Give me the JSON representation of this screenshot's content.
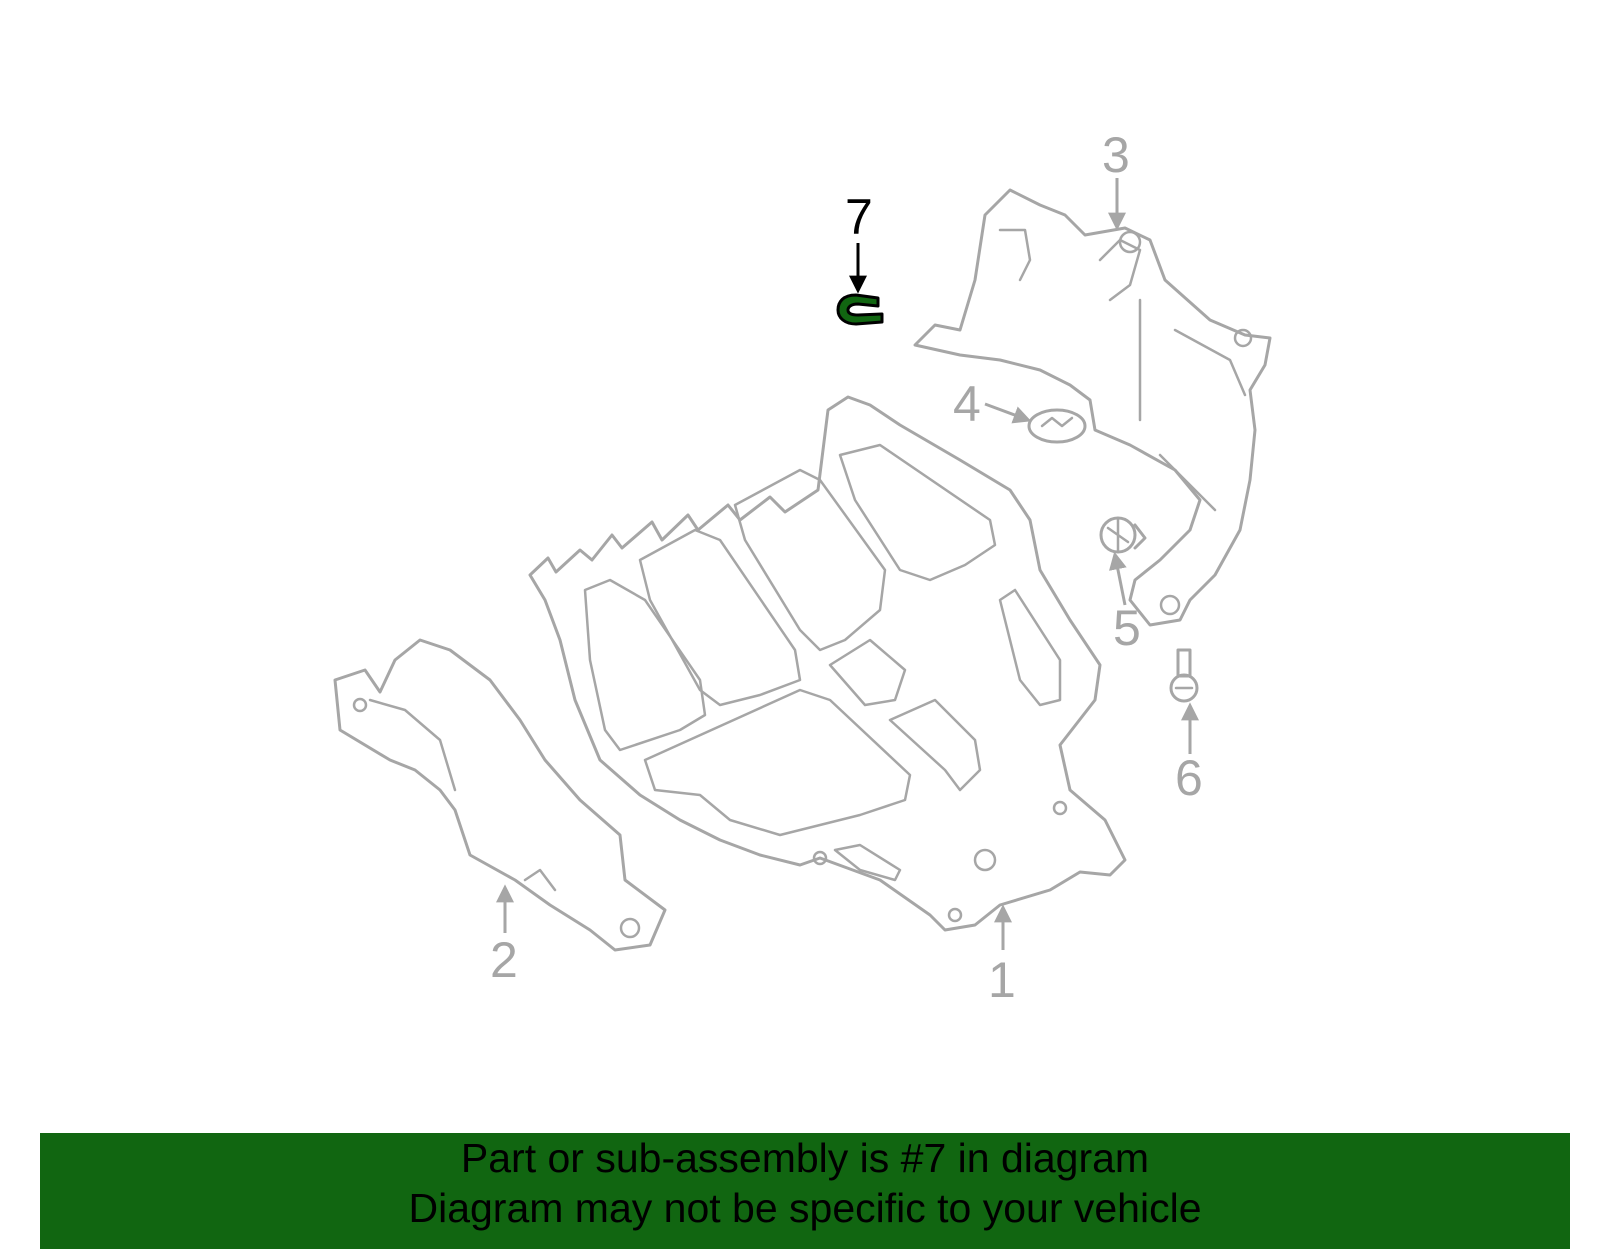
{
  "callouts": [
    "1",
    "2",
    "3",
    "4",
    "5",
    "6",
    "7"
  ],
  "highlight_callout": "7",
  "colors": {
    "part_line": "#a6a6a6",
    "highlight_fill": "#116611",
    "banner_bg": "#116611",
    "text": "#000000"
  },
  "banner": {
    "line1": "Part or sub-assembly is #7 in diagram",
    "line2": "Diagram may not be specific to your vehicle"
  }
}
